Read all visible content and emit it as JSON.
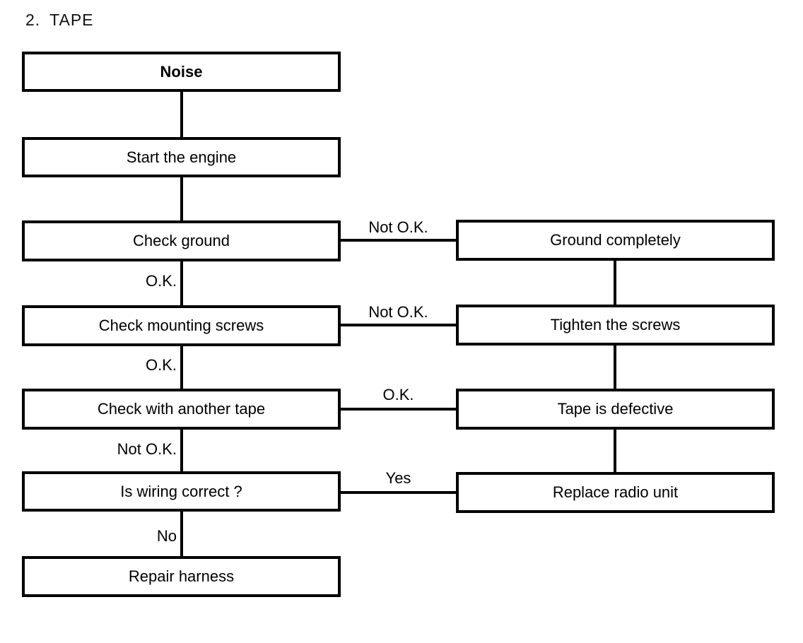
{
  "title": "2. TAPE",
  "colors": {
    "ink": "#000000",
    "background": "#ffffff"
  },
  "flow": {
    "left_nodes": [
      {
        "label": "Noise"
      },
      {
        "label": "Start the engine"
      },
      {
        "label": "Check ground"
      },
      {
        "label": "Check mounting screws"
      },
      {
        "label": "Check with another tape"
      },
      {
        "label": "Is wiring correct ?"
      },
      {
        "label": "Repair harness"
      }
    ],
    "right_nodes": [
      {
        "label": "Ground completely"
      },
      {
        "label": "Tighten the screws"
      },
      {
        "label": "Tape is defective"
      },
      {
        "label": "Replace radio unit"
      }
    ],
    "down_edge_labels": [
      {
        "label": "O.K."
      },
      {
        "label": "O.K."
      },
      {
        "label": "Not O.K."
      },
      {
        "label": "No"
      }
    ],
    "side_edge_labels": [
      {
        "label": "Not O.K."
      },
      {
        "label": "Not O.K."
      },
      {
        "label": "O.K."
      },
      {
        "label": "Yes"
      }
    ]
  }
}
